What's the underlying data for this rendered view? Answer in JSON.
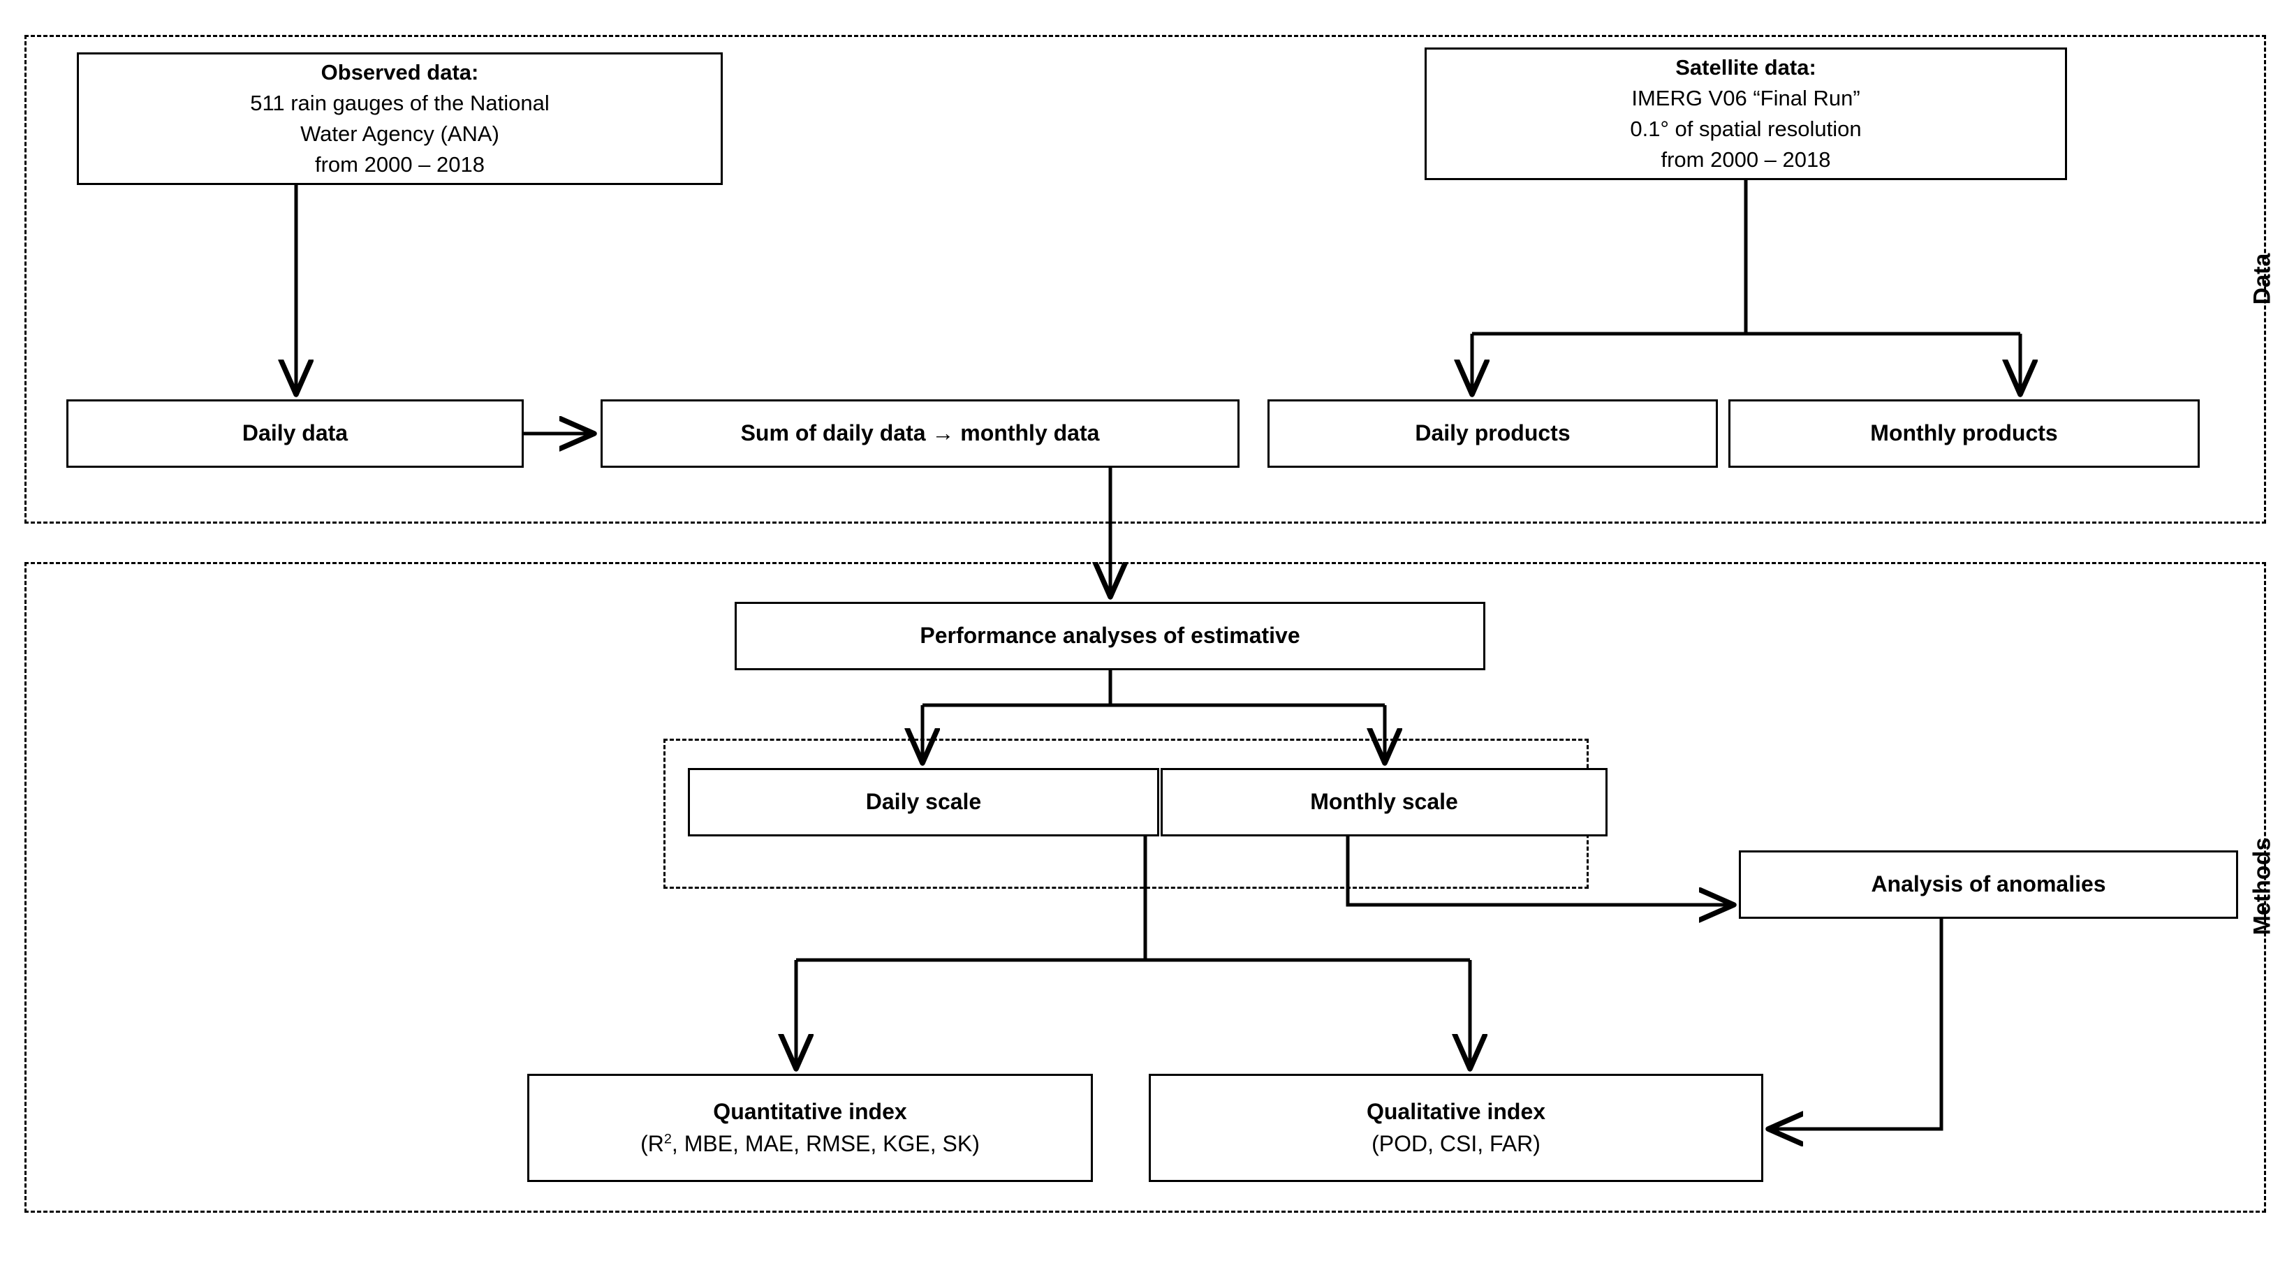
{
  "groups": {
    "data": {
      "label": "Data"
    },
    "methods": {
      "label": "Methods"
    },
    "scales": {
      "label": ""
    }
  },
  "nodes": {
    "observed": {
      "title": "Observed data:",
      "line1": "511 rain gauges of the National",
      "line2": "Water Agency (ANA)",
      "line3": "from 2000 – 2018"
    },
    "satellite": {
      "title": "Satellite data:",
      "line1": "IMERG V06 “Final Run”",
      "line2": "0.1° of spatial resolution",
      "line3": "from 2000 – 2018"
    },
    "daily_data": {
      "title": "Daily data"
    },
    "sum_daily": {
      "title": "Sum of daily data → monthly data"
    },
    "daily_products": {
      "title": "Daily products"
    },
    "monthly_products": {
      "title": "Monthly products"
    },
    "performance": {
      "title": "Performance analyses of estimative"
    },
    "daily_scale": {
      "title": "Daily scale"
    },
    "monthly_scale": {
      "title": "Monthly scale"
    },
    "anomalies": {
      "title": "Analysis of anomalies"
    },
    "quantitative": {
      "title": "Quantitative index",
      "sub_pre": "(R",
      "sub_sup": "2",
      "sub_post": ", MBE, MAE, RMSE, KGE, SK)"
    },
    "qualitative": {
      "title": "Qualitative index",
      "sub": "(POD, CSI, FAR)"
    }
  },
  "colors": {
    "stroke": "#000000",
    "background": "#ffffff",
    "text": "#000000"
  }
}
